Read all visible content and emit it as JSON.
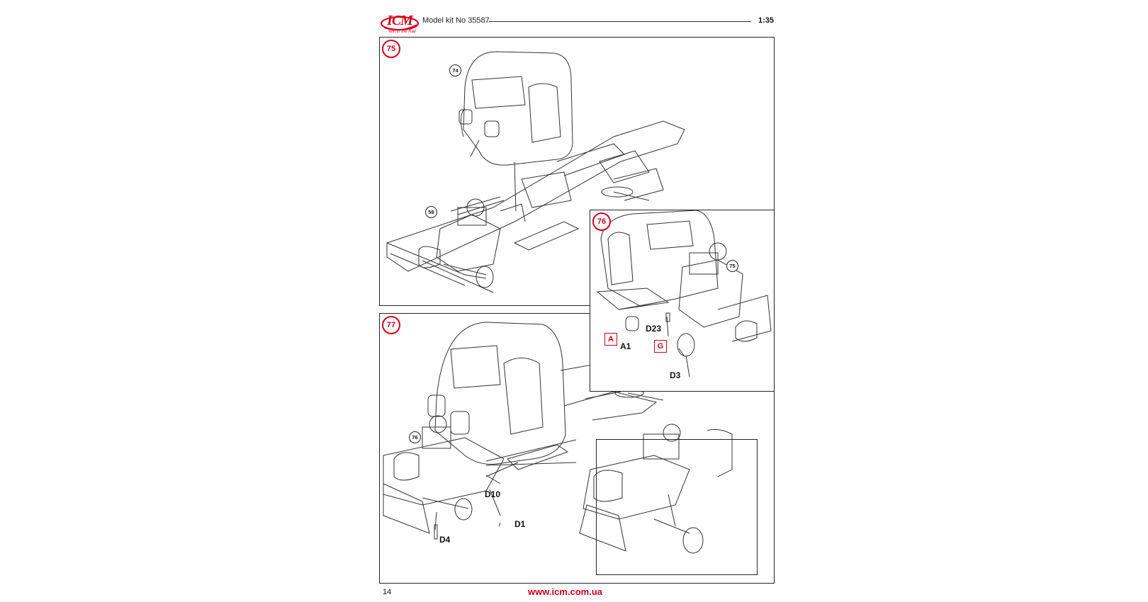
{
  "header": {
    "brand": "ICM",
    "brand_tagline": "Win in the Rail",
    "kit_title": "Model kit No 35587",
    "scale": "1:35",
    "brand_color": "#d4001a"
  },
  "steps": {
    "s75": {
      "number": "75",
      "refs": [
        "74",
        "59"
      ]
    },
    "s76": {
      "number": "76",
      "refs": [
        "75"
      ],
      "parts": [
        "A1",
        "D23",
        "D3"
      ],
      "sprues": [
        "A",
        "G"
      ]
    },
    "s77": {
      "number": "77",
      "refs": [
        "76"
      ],
      "parts": [
        "D10",
        "D1",
        "D4"
      ]
    }
  },
  "footer": {
    "page_number": "14",
    "url": "www.icm.com.ua"
  }
}
